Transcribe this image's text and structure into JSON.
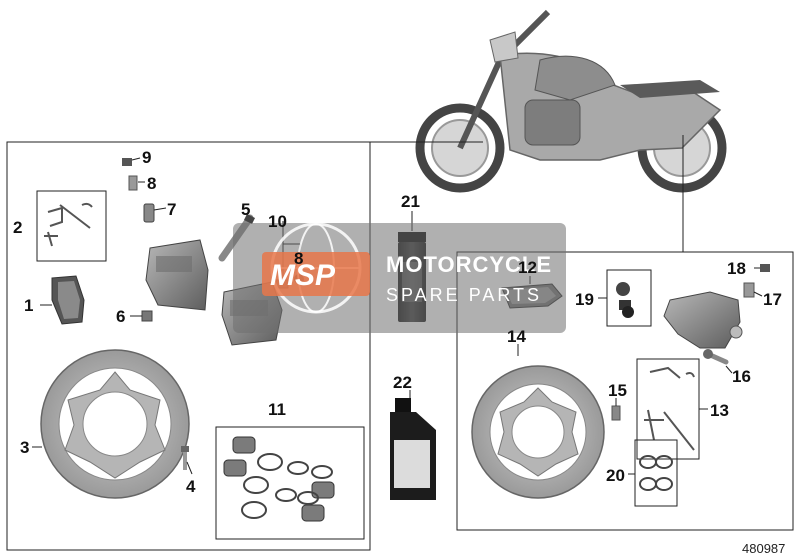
{
  "callouts": {
    "n1": "1",
    "n2": "2",
    "n3": "3",
    "n4": "4",
    "n5": "5",
    "n6": "6",
    "n7": "7",
    "n8a": "8",
    "n8b": "8",
    "n9": "9",
    "n10": "10",
    "n11": "11",
    "n12": "12",
    "n13": "13",
    "n14": "14",
    "n15": "15",
    "n16": "16",
    "n17": "17",
    "n18": "18",
    "n19": "19",
    "n20": "20",
    "n21": "21",
    "n22": "22"
  },
  "watermark": {
    "logo": "MSP",
    "title": "MOTORCYCLE",
    "subtitle": "SPARE PARTS"
  },
  "document_number": "480987",
  "colors": {
    "frame": "#222222",
    "part_metal": "#8a8a8a",
    "part_dark": "#4a4a4a",
    "watermark_orange": "#e8774a",
    "watermark_gray": "#6f6f6f"
  }
}
